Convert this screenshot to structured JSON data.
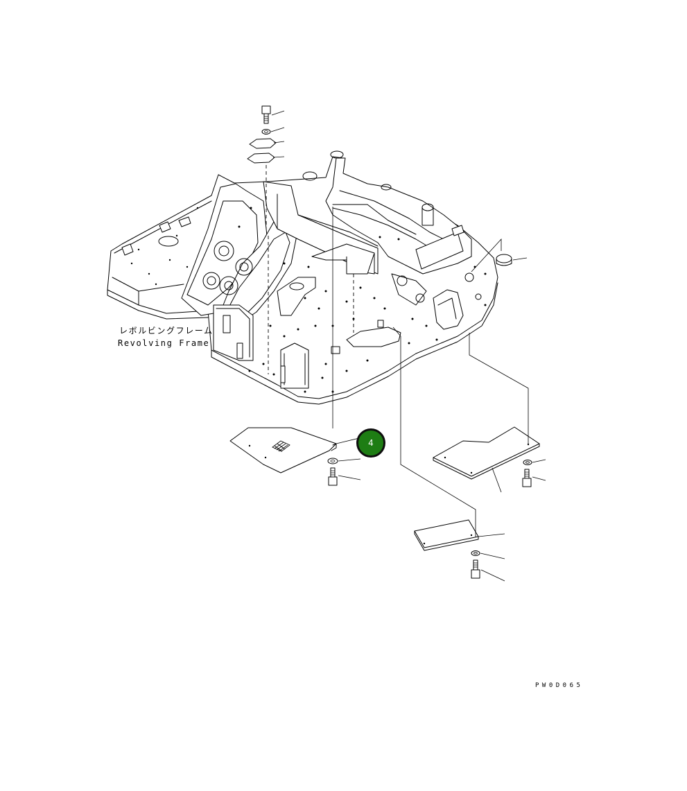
{
  "frame_label": {
    "japanese": "レボルビングフレーム",
    "english": "Revolving Frame"
  },
  "callout": {
    "number": "4",
    "color": "#1e7d14"
  },
  "drawing_code": "PW0D065"
}
